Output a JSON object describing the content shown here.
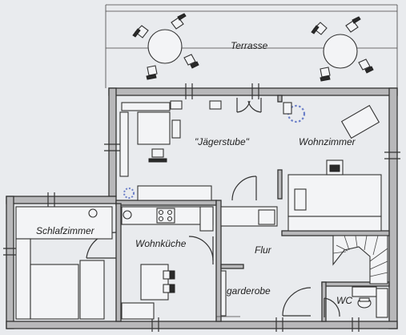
{
  "rooms": {
    "terrace": "Terrasse",
    "jaegerstube": "\"Jägerstube\"",
    "living_room": "Wohnzimmer",
    "bedroom": "Schlafzimmer",
    "kitchen": "Wohnküche",
    "hall": "Flur",
    "wardrobe": "garderobe",
    "wc": "WC"
  },
  "colors": {
    "paper": "#e9ebee",
    "wall_fill": "#b8b8ba",
    "line": "#333333",
    "plant": "#6b7fc8"
  },
  "icons": [
    "chair",
    "round-table",
    "door-swing",
    "stair",
    "toilet",
    "sink",
    "stove",
    "plant"
  ]
}
